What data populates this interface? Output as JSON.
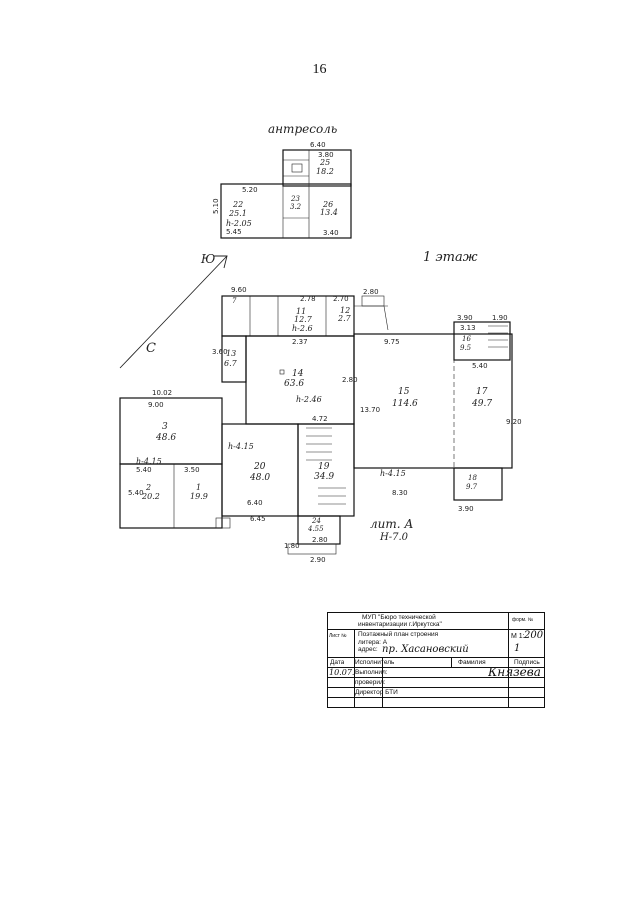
{
  "page": {
    "number": "16"
  },
  "plan": {
    "mezzanine_label": "антресоль",
    "floor_label": "1 этаж",
    "compass": {
      "south": "Ю",
      "north": "С"
    },
    "liter": "лит. А",
    "height_total": "H-7.0",
    "rooms": [
      {
        "no": "22",
        "area": "25.1",
        "height": "h-2.05"
      },
      {
        "no": "23",
        "area": "3.2"
      },
      {
        "no": "25",
        "area": "18.2"
      },
      {
        "no": "26",
        "area": "13.4"
      },
      {
        "no": "7",
        "area": ""
      },
      {
        "no": "11",
        "area": "12.7",
        "height": "h-2.6"
      },
      {
        "no": "12",
        "area": "2.7"
      },
      {
        "no": "13",
        "area": "6.7"
      },
      {
        "no": "14",
        "area": "63.6",
        "height": "h-2.46"
      },
      {
        "no": "15",
        "area": "114.6"
      },
      {
        "no": "17",
        "area": "49.7"
      },
      {
        "no": "16",
        "area": "9.5"
      },
      {
        "no": "18",
        "area": "9.7"
      },
      {
        "no": "3",
        "area": "48.6",
        "height": "h-4.15"
      },
      {
        "no": "2",
        "area": "20.2"
      },
      {
        "no": "1",
        "area": "19.9"
      },
      {
        "no": "20",
        "area": "48.0",
        "height": "h-4.15"
      },
      {
        "no": "19",
        "area": "34.9"
      },
      {
        "no": "24",
        "area": "4.55"
      }
    ],
    "dimensions": [
      "6.40",
      "3.80",
      "5.20",
      "5.10",
      "3.40",
      "5.45",
      "9.60",
      "2.78",
      "2.70",
      "2.80",
      "3.90",
      "1.90",
      "3.13",
      "5.40",
      "9.75",
      "2.37",
      "3.60",
      "2.80",
      "13.70",
      "4.72",
      "10.02",
      "9.00",
      "5.40",
      "3.50",
      "5.40",
      "6.40",
      "6.45",
      "8.30",
      "3.90",
      "9.20",
      "2.80",
      "1.80",
      "2.90"
    ],
    "height_first_floor": "h-4.15"
  },
  "stamp": {
    "org_line1": "МУП \"Бюро технической",
    "org_line2": "инвентаризации г.Иркутска\"",
    "form_code": "форм. №",
    "sheet_label": "Лист №",
    "title_line1": "Поэтажный план строения",
    "title_line2": "литера: А",
    "address_label": "адрес:",
    "address_value": "пр. Хасановский",
    "scale_label": "М 1:",
    "scale_value": "200",
    "sheet_value": "1",
    "date_label": "Дата",
    "date_value": "10.07.",
    "executor_label": "Исполнитель",
    "surname_label": "Фамилия",
    "signature_label": "Подпись",
    "executor_role": "Выполнил:",
    "executor_name": "Князева",
    "checked_label": "проверил:",
    "director_label": "Директор БТИ"
  }
}
